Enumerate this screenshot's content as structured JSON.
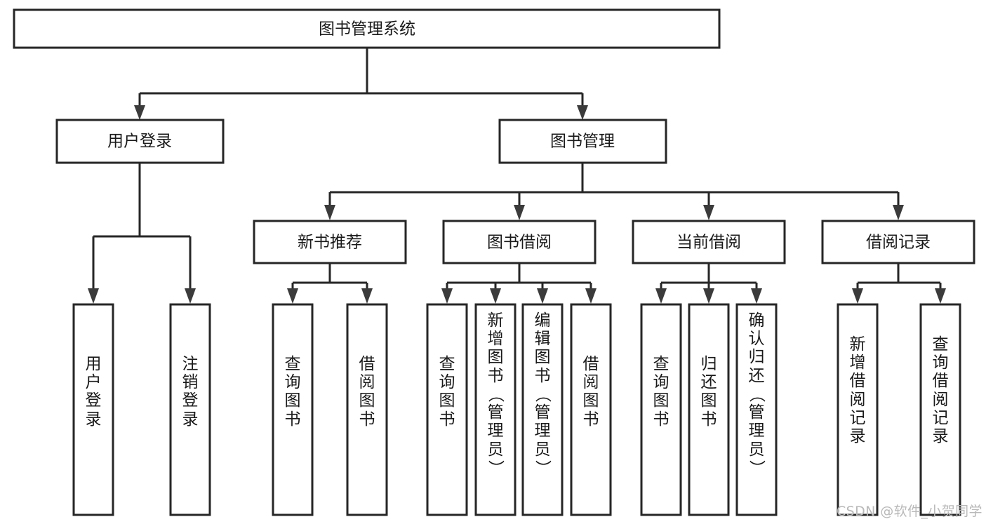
{
  "diagram": {
    "title": "图书管理系统",
    "type": "tree-hierarchy",
    "root": {
      "label": "图书管理系统"
    },
    "level2": [
      {
        "label": "用户登录"
      },
      {
        "label": "图书管理"
      }
    ],
    "level3": [
      {
        "label": "新书推荐"
      },
      {
        "label": "图书借阅"
      },
      {
        "label": "当前借阅"
      },
      {
        "label": "借阅记录"
      }
    ],
    "leaves": {
      "user_login": [
        {
          "label": "用户登录"
        },
        {
          "label": "注销登录"
        }
      ],
      "new_book_recommend": [
        {
          "label": "查询图书"
        },
        {
          "label": "借阅图书"
        }
      ],
      "book_borrow": [
        {
          "label": "查询图书"
        },
        {
          "label": "新增图书（管理员）"
        },
        {
          "label": "编辑图书（管理员）"
        },
        {
          "label": "借阅图书"
        }
      ],
      "current_borrow": [
        {
          "label": "查询图书"
        },
        {
          "label": "归还图书"
        },
        {
          "label": "确认归还（管理员）"
        }
      ],
      "borrow_record": [
        {
          "label": "新增借阅记录"
        },
        {
          "label": "查询借阅记录"
        }
      ]
    }
  },
  "watermark": {
    "text": "CSDN @软件_小贺同学"
  },
  "colors": {
    "box_stroke": "#262626",
    "box_fill": "#ffffff",
    "text": "#1a1a1a",
    "connector": "#262626",
    "watermark": "#b9b9b9",
    "background": "#ffffff"
  }
}
